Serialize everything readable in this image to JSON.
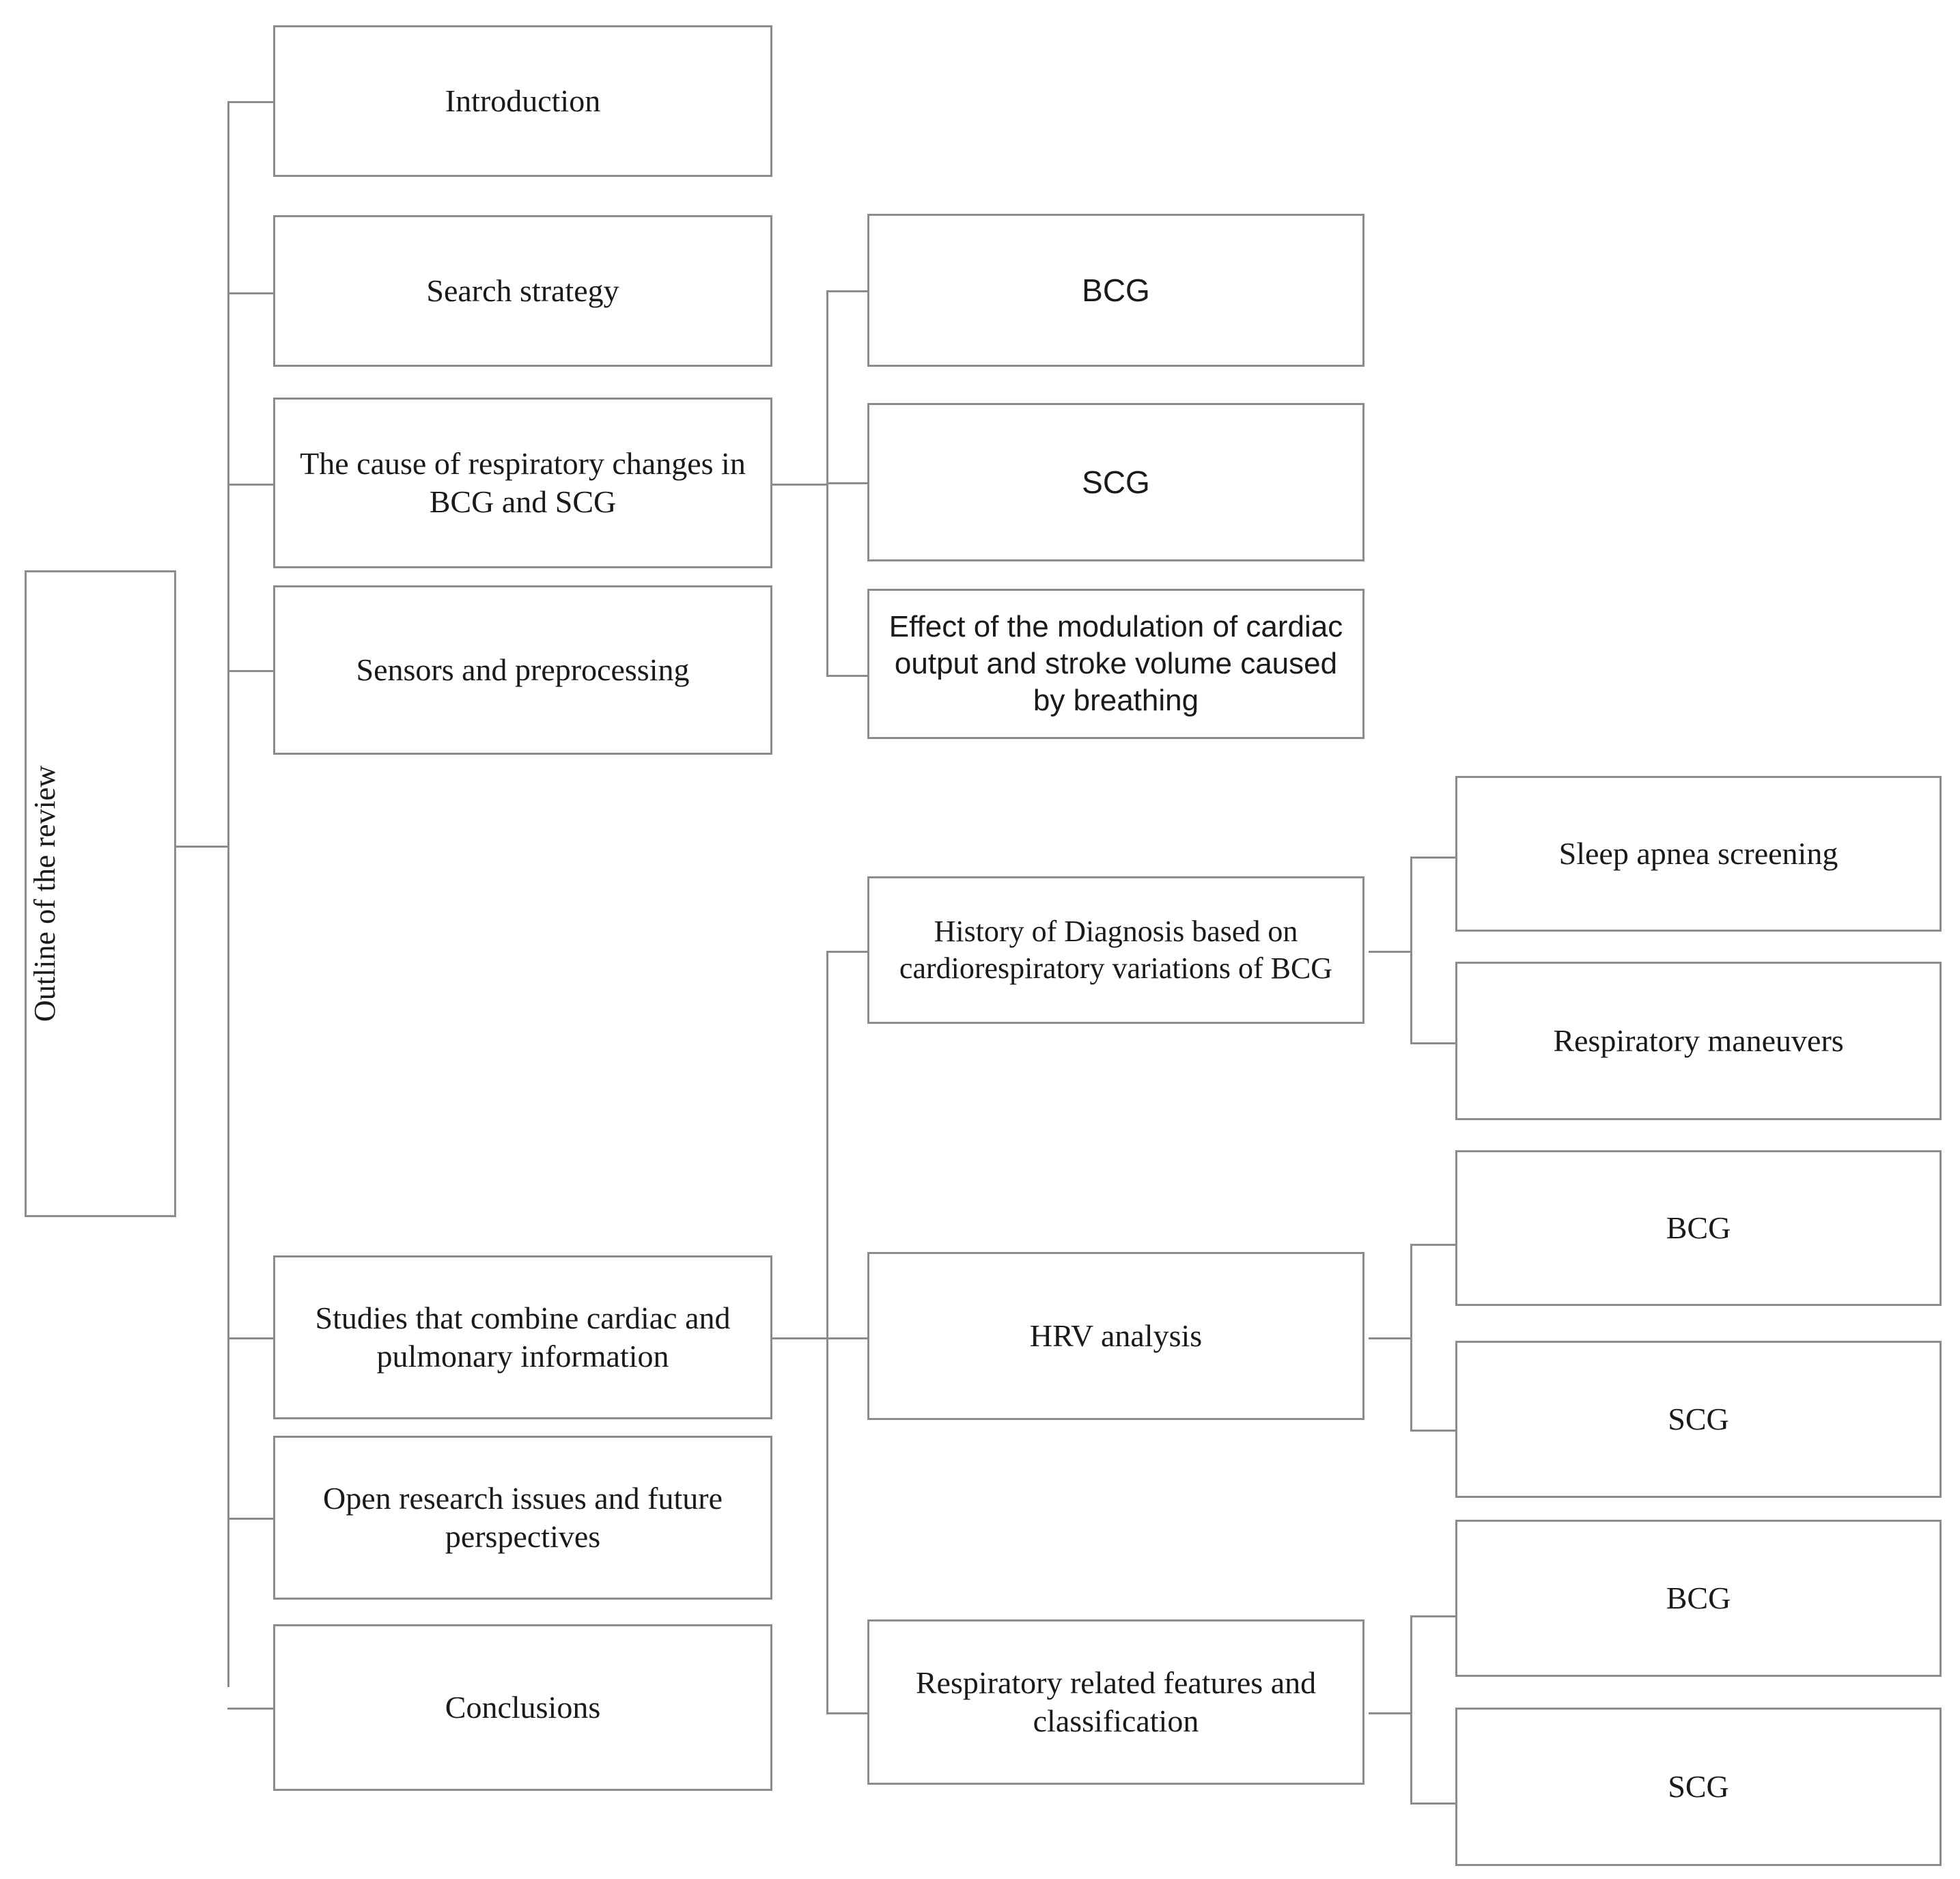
{
  "diagram": {
    "title": "Outline of the review",
    "type": "hierarchical-tree",
    "root": {
      "label": "Outline of the review",
      "orientation": "vertical-text"
    },
    "level1": [
      {
        "id": "introduction",
        "label": "Introduction"
      },
      {
        "id": "search-strategy",
        "label": "Search strategy"
      },
      {
        "id": "cause-respiratory-changes",
        "label": "The cause of respiratory changes in BCG and SCG"
      },
      {
        "id": "sensors-preprocessing",
        "label": "Sensors and preprocessing"
      },
      {
        "id": "studies-combine",
        "label": "Studies that combine cardiac and pulmonary information"
      },
      {
        "id": "open-research-issues",
        "label": "Open research issues and future perspectives"
      },
      {
        "id": "conclusions",
        "label": "Conclusions"
      }
    ],
    "cause_children": [
      {
        "id": "cause-bcg",
        "label": "BCG"
      },
      {
        "id": "cause-scg",
        "label": "SCG"
      },
      {
        "id": "cause-modulation",
        "label": "Effect of the modulation of cardiac output and stroke volume caused by breathing"
      }
    ],
    "studies_children": [
      {
        "id": "history-diagnosis",
        "label": "History of Diagnosis based on cardiorespiratory variations of BCG"
      },
      {
        "id": "hrv-analysis",
        "label": "HRV analysis"
      },
      {
        "id": "resp-features",
        "label": "Respiratory related features and classification"
      }
    ],
    "history_children": [
      {
        "id": "sleep-apnea",
        "label": "Sleep apnea screening"
      },
      {
        "id": "resp-maneuvers",
        "label": "Respiratory maneuvers"
      }
    ],
    "hrv_children": [
      {
        "id": "hrv-bcg",
        "label": "BCG"
      },
      {
        "id": "hrv-scg",
        "label": "SCG"
      }
    ],
    "features_children": [
      {
        "id": "feat-bcg",
        "label": "BCG"
      },
      {
        "id": "feat-scg",
        "label": "SCG"
      }
    ],
    "colors": {
      "border": "#8c8c8c",
      "text": "#1a1a1a",
      "background": "#ffffff"
    }
  }
}
